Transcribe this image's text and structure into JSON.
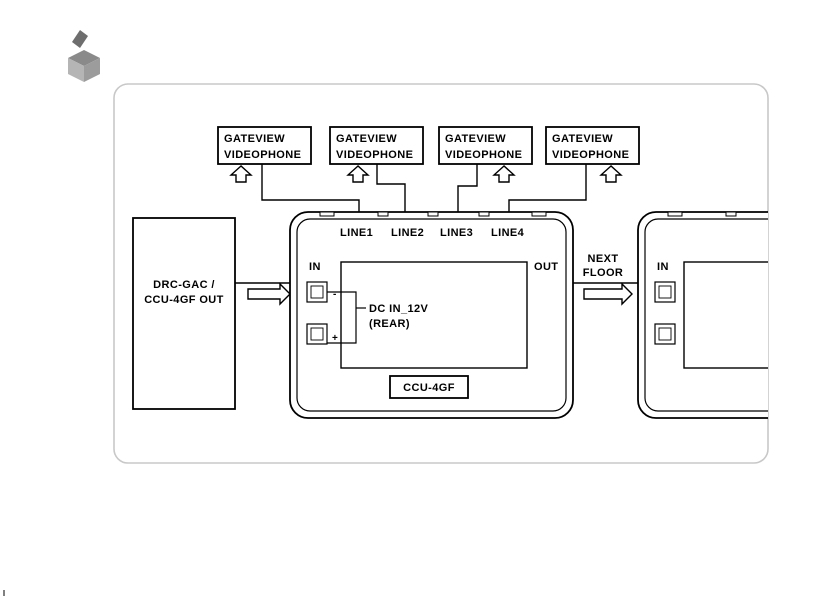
{
  "phones": [
    {
      "line1": "GATEVIEW",
      "line2": "VIDEOPHONE"
    },
    {
      "line1": "GATEVIEW",
      "line2": "VIDEOPHONE"
    },
    {
      "line1": "GATEVIEW",
      "line2": "VIDEOPHONE"
    },
    {
      "line1": "GATEVIEW",
      "line2": "VIDEOPHONE"
    }
  ],
  "lines": [
    "LINE1",
    "LINE2",
    "LINE3",
    "LINE4"
  ],
  "source": {
    "line1": "DRC-GAC /",
    "line2": "CCU-4GF OUT"
  },
  "unit": {
    "in_label": "IN",
    "out_label": "OUT",
    "name": "CCU-4GF",
    "minus": "-",
    "plus": "+",
    "dc_line1": "DC IN_12V",
    "dc_line2": "(REAR)"
  },
  "next_floor": {
    "line1": "NEXT",
    "line2": "FLOOR"
  },
  "next_unit": {
    "in_label": "IN"
  },
  "colors": {
    "frame": "#c8c8c8",
    "ink": "#000000",
    "icon_top": "#8a8a8a",
    "icon_side": "#b5b5b5"
  },
  "icons": {
    "corner": "box-icon"
  }
}
